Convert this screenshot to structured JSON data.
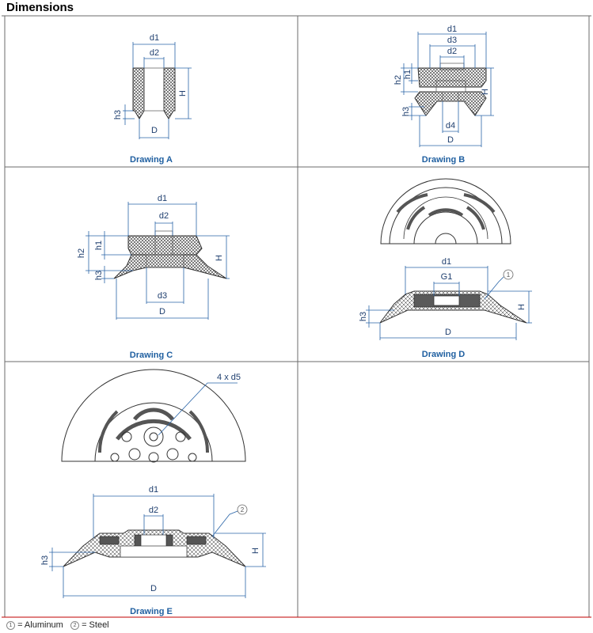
{
  "heading": "Dimensions",
  "colors": {
    "frame": "#6b6b6b",
    "dimension": "#2a65a8",
    "caption": "#1f5fa0",
    "accent_line": "#c00000"
  },
  "captions": {
    "a": "Drawing A",
    "b": "Drawing B",
    "c": "Drawing C",
    "d": "Drawing D",
    "e": "Drawing E"
  },
  "labels": {
    "d1": "d1",
    "d2": "d2",
    "d3": "d3",
    "d4": "d4",
    "D": "D",
    "H": "H",
    "h1": "h1",
    "h2": "h2",
    "h3": "h3",
    "G1": "G1",
    "holes": "4 x d5",
    "mark1": "1",
    "mark2": "2"
  },
  "legend": {
    "aluminum": "= Aluminum",
    "steel": "= Steel"
  }
}
